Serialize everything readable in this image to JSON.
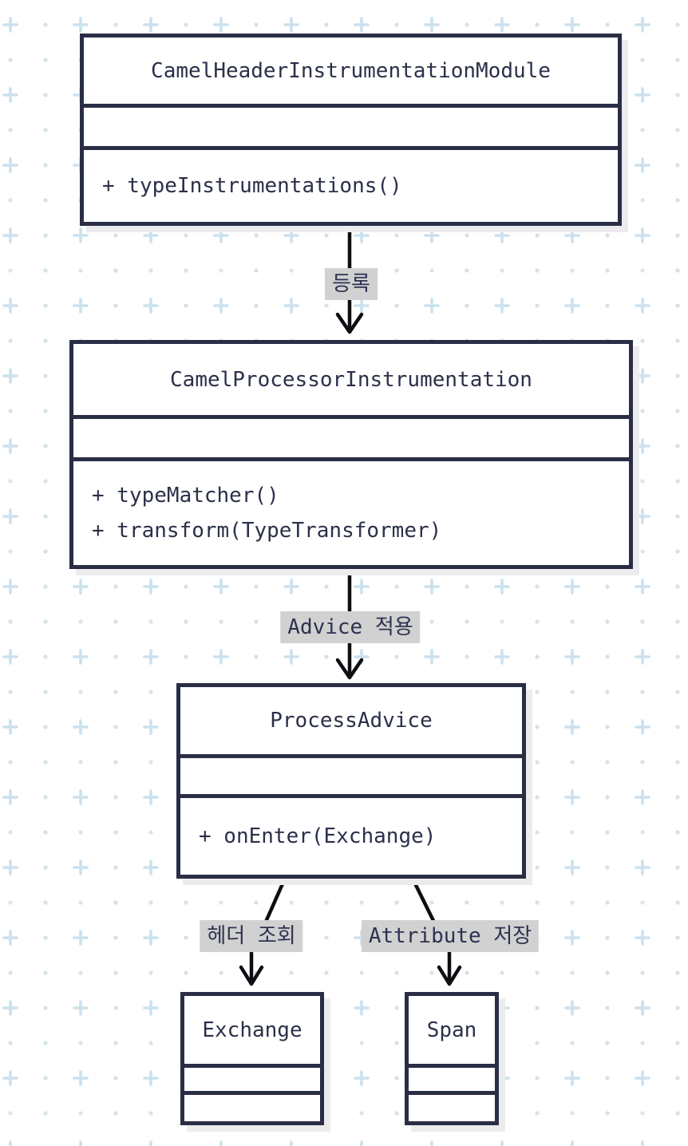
{
  "diagram": {
    "type": "uml-class-diagram",
    "classes": [
      {
        "name": "CamelHeaderInstrumentationModule",
        "attributes": [],
        "methods": [
          "+ typeInstrumentations()"
        ]
      },
      {
        "name": "CamelProcessorInstrumentation",
        "attributes": [],
        "methods": [
          "+ typeMatcher()",
          "+ transform(TypeTransformer)"
        ]
      },
      {
        "name": "ProcessAdvice",
        "attributes": [],
        "methods": [
          "+ onEnter(Exchange)"
        ]
      },
      {
        "name": "Exchange",
        "attributes": [],
        "methods": []
      },
      {
        "name": "Span",
        "attributes": [],
        "methods": []
      }
    ],
    "edges": [
      {
        "from": "CamelHeaderInstrumentationModule",
        "to": "CamelProcessorInstrumentation",
        "label": "등록"
      },
      {
        "from": "CamelProcessorInstrumentation",
        "to": "ProcessAdvice",
        "label": "Advice 적용"
      },
      {
        "from": "ProcessAdvice",
        "to": "Exchange",
        "label": "헤더 조회"
      },
      {
        "from": "ProcessAdvice",
        "to": "Span",
        "label": "Attribute 저장"
      }
    ],
    "colors": {
      "background": "#ffffff",
      "grid_plus": "#cbe1ee",
      "grid_dot": "#d5e4ea",
      "box_border": "#2a2e45",
      "box_fill": "#ffffff",
      "box_shadow": "#ececef",
      "text": "#2b3049",
      "edge_line": "#0d0e12",
      "edge_label_bg": "#d1d1d1"
    }
  }
}
